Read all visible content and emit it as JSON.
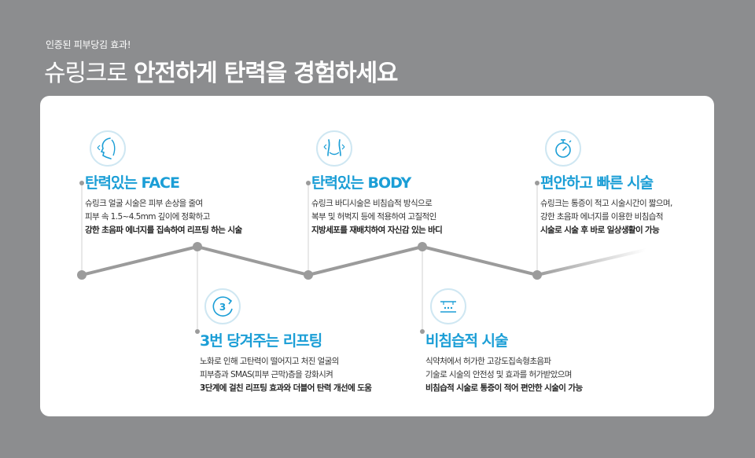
{
  "header": {
    "eyebrow": "인증된 피부당김 효과!",
    "headline_light": "슈링크로",
    "headline_bold": "안전하게 탄력을 경험하세요"
  },
  "features": [
    {
      "id": "face",
      "title": "탄력있는 FACE",
      "lines": [
        "슈링크 얼굴 시술은 피부 손상을 줄여",
        "피부 속 1.5~4.5mm 깊이에 정확하고"
      ],
      "bold_line": "강한 초음파 에너지를 집속하여 리프팅 하는 시술",
      "icon": "face-profile-icon"
    },
    {
      "id": "lifting",
      "title": "3번 당겨주는 리프팅",
      "lines": [
        "노화로 인해 고탄력이 떨어지고 처진 얼굴의",
        "피부층과 SMAS(피부 근막)층을 강화시켜"
      ],
      "bold_line": "3단계에 걸친 리프팅 효과와 더블어 탄력 개선에 도움",
      "icon": "three-rotation-icon",
      "icon_text": "3"
    },
    {
      "id": "body",
      "title": "탄력있는 BODY",
      "lines": [
        "슈링크 바디시술은 비침습적 방식으로",
        "복부 및 허벅지 등에 적용하여 고질적인"
      ],
      "bold_line": "지방세포를 재배치하여 자신감 있는 바디",
      "icon": "body-waist-icon"
    },
    {
      "id": "noninvasive",
      "title": "비침습적 시술",
      "lines": [
        "식약처에서 허가한 고강도집속형초음파",
        "기술로 시술의 안전성 및 효과를 허가받았으며"
      ],
      "bold_line": "비침습적 시술로 통증이 적어 편안한 시술이 가능",
      "icon": "skin-layer-icon"
    },
    {
      "id": "fast",
      "title": "편안하고 빠른 시술",
      "lines": [
        "슈링크는 통증이 적고 시술시간이 짧으며,",
        "강한 초음파 에너지를 이용한 비침습적"
      ],
      "bold_line": "시술로 시술 후 바로 일상생활이 가능",
      "icon": "stopwatch-icon"
    }
  ],
  "colors": {
    "background": "#8c8d8f",
    "accent": "#1b9ed6",
    "line": "#9b9b9b",
    "icon_ring": "#cfe7f2"
  }
}
